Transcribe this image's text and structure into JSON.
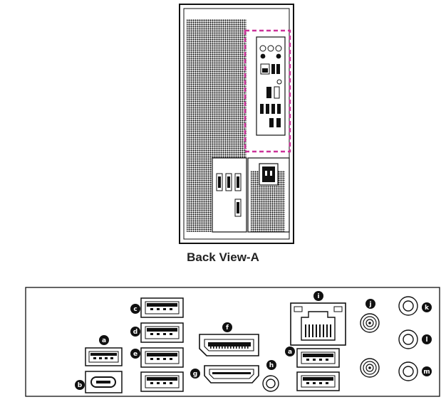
{
  "figure": {
    "caption": "Back View-A"
  },
  "callouts": {
    "a1": "a",
    "a2": "a",
    "b": "b",
    "c1": "c",
    "d": "d",
    "e": "e",
    "f": "f",
    "g": "g",
    "h": "h",
    "i": "i",
    "j": "j",
    "k": "k",
    "l": "l",
    "m": "m"
  },
  "colors": {
    "highlight": "#cc3399",
    "line": "#111111",
    "callout_fill": "#111111"
  }
}
